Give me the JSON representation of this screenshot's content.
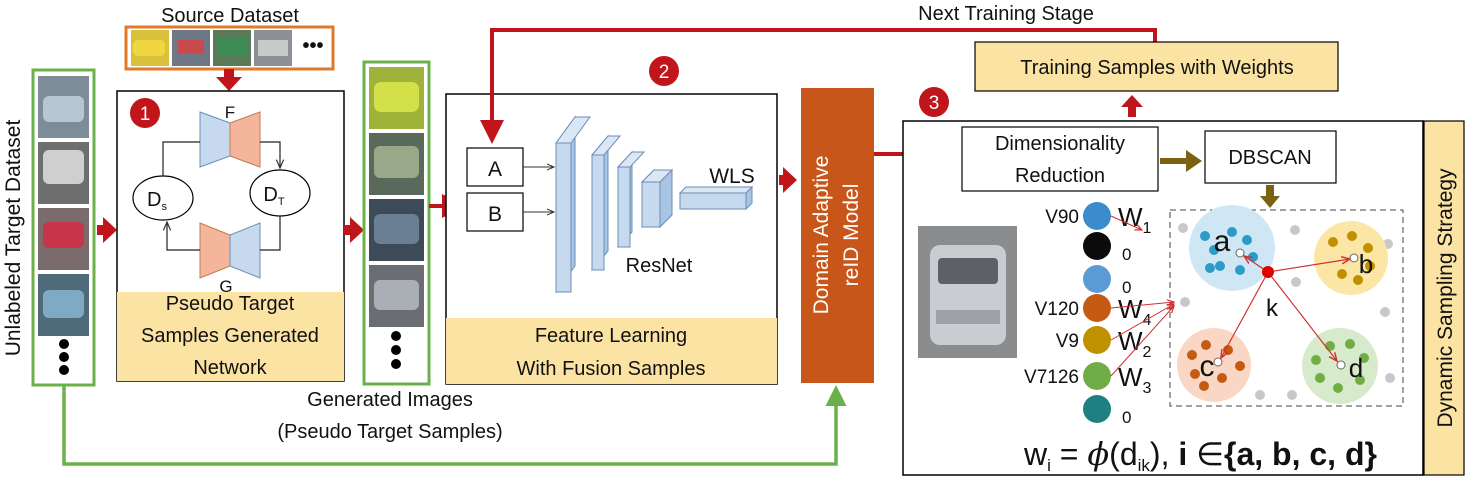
{
  "colors": {
    "red_arrow": "#c0151b",
    "green_line": "#6bb04a",
    "orange_border": "#e07a2a",
    "beige_fill": "#fbe3a3",
    "domain_box": "#c8561a",
    "blue_layer": "#c6d9ef",
    "salmon_layer": "#f4b59a",
    "olive_arrow": "#7b6212",
    "badge_red": "#c0151b"
  },
  "source": {
    "label": "Source Dataset",
    "more": "•••"
  },
  "left": {
    "label": "Unlabeled Target Dataset"
  },
  "gan": {
    "F": "F",
    "G": "G",
    "DS": "D",
    "DS_sub": "s",
    "DT": "D",
    "DT_sub": "T",
    "badge": "1",
    "caption_lines": [
      "Pseudo Target",
      "Samples Generated",
      "Network"
    ]
  },
  "generated": {
    "line1": "Generated Images",
    "line2": "(Pseudo Target Samples)"
  },
  "feature": {
    "A": "A",
    "B": "B",
    "resnet": "ResNet",
    "wls": "WLS",
    "badge": "2",
    "caption_lines": [
      "Feature Learning",
      "With Fusion Samples"
    ]
  },
  "model": {
    "line1": "Domain Adaptive",
    "line2": "reID Model"
  },
  "top": {
    "next_stage": "Next Training Stage",
    "training_samples": "Training Samples with Weights"
  },
  "dss": {
    "badge": "3",
    "dimred_lines": [
      "Dimensionality",
      "Reduction"
    ],
    "dbscan": "DBSCAN",
    "side_label": "Dynamic Sampling Strategy",
    "dots": [
      {
        "label": "V90",
        "weight": "W",
        "sub": "1",
        "color": "#3b8ccc"
      },
      {
        "label": "",
        "weight": "0",
        "sub": "",
        "color": "#0b0b0b"
      },
      {
        "label": "",
        "weight": "0",
        "sub": "",
        "color": "#5b9bd5"
      },
      {
        "label": "V120",
        "weight": "W",
        "sub": "4",
        "color": "#c55a11"
      },
      {
        "label": "V9",
        "weight": "W",
        "sub": "2",
        "color": "#bf9000"
      },
      {
        "label": "V7126",
        "weight": "W",
        "sub": "3",
        "color": "#70ad47"
      },
      {
        "label": "",
        "weight": "0",
        "sub": "",
        "color": "#1e8080"
      }
    ],
    "clusters": [
      "a",
      "b",
      "c",
      "d"
    ],
    "center": "k",
    "formula": {
      "w": "w",
      "i": "i",
      "eq": " = ",
      "phi": "ϕ",
      "d": "(d",
      "ik": "ik",
      "rest": "), ",
      "i2": "i",
      "in": " ∈",
      "set": "{a, b, c, d}"
    }
  }
}
